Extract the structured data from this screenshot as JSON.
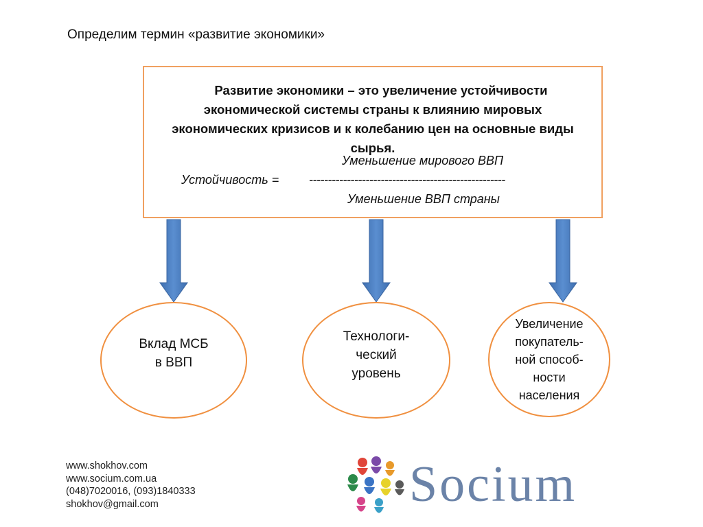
{
  "title": "Определим термин «развитие экономики»",
  "definition": {
    "text": "Развитие экономики – это увеличение устойчивости экономической системы страны к влиянию мировых экономических кризисов и к колебанию цен на основные виды сырья.",
    "formula": {
      "numerator": "Уменьшение мирового ВВП",
      "lhs": "Устойчивость =",
      "dashes": "----------------------------------------------------",
      "denominator": "Уменьшение ВВП страны"
    }
  },
  "circles": [
    {
      "label": "Вклад МСБ\nв ВВП"
    },
    {
      "label": "Технологи-\nческий\nуровень"
    },
    {
      "label": "Увеличение\nпокупатель-\nной способ-\nности\nнаселения"
    }
  ],
  "contacts": {
    "line1": "www.shokhov.com",
    "line2": "www.socium.com.ua",
    "line3": "(048)7020016, (093)1840333",
    "line4": "shokhov@gmail.com"
  },
  "logo": {
    "text": "Socium"
  },
  "colors": {
    "box_border": "#f0a060",
    "circle_border": "#f09040",
    "arrow": "#4f7fc0",
    "logo_text": "#6b83a8"
  }
}
